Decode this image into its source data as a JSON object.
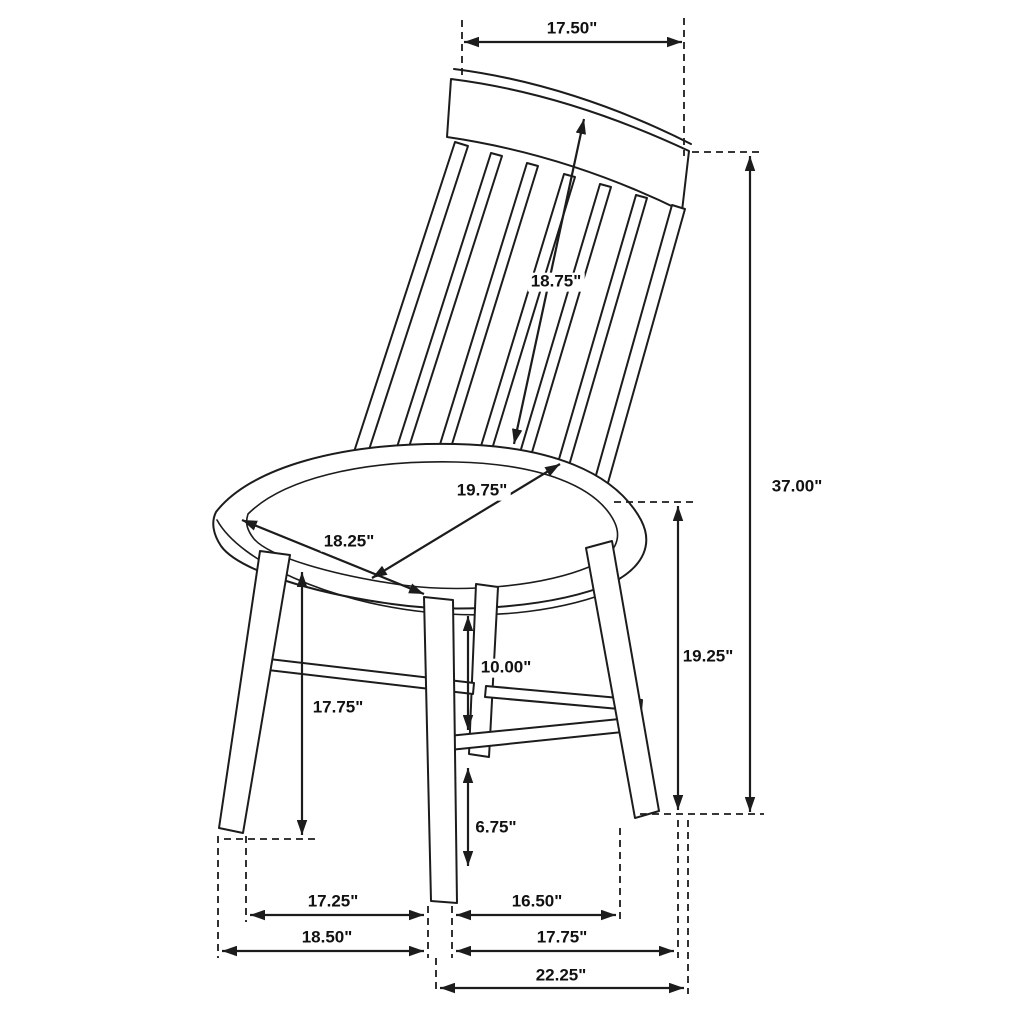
{
  "diagram": {
    "subject": "slat-back dining chair dimension drawing",
    "units": "inches"
  },
  "colors": {
    "line": "#1c1c1c",
    "background": "#ffffff"
  },
  "dims": {
    "top_width": {
      "label": "17.50\""
    },
    "back_length": {
      "label": "18.75\""
    },
    "overall_height": {
      "label": "37.00\""
    },
    "seat_depth": {
      "label": "19.75\""
    },
    "seat_width": {
      "label": "18.25\""
    },
    "seat_to_stretcher": {
      "label": "10.00\""
    },
    "seat_height_back": {
      "label": "19.25\""
    },
    "seat_height_left": {
      "label": "17.75\""
    },
    "stretcher_to_floor": {
      "label": "6.75\""
    },
    "front_inner_width": {
      "label": "17.25\""
    },
    "side_inner_depth": {
      "label": "16.50\""
    },
    "front_outer_width": {
      "label": "18.50\""
    },
    "side_mid_depth": {
      "label": "17.75\""
    },
    "side_outer_depth": {
      "label": "22.25\""
    }
  }
}
